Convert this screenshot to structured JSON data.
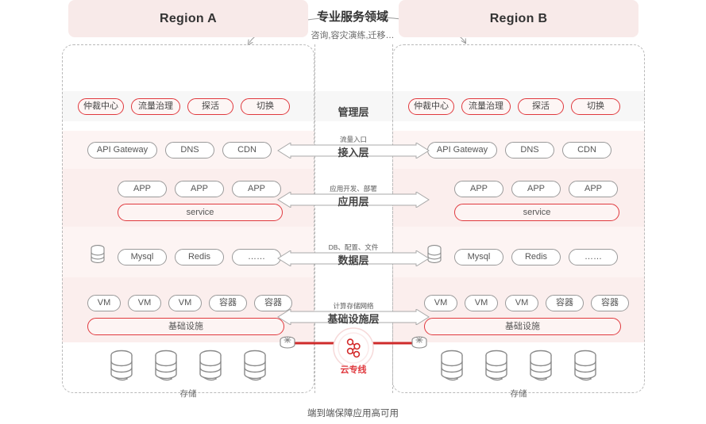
{
  "top": {
    "title": "专业服务领域",
    "subtitle": "咨询,容灾演练,迁移…"
  },
  "regions": {
    "left": {
      "name": "Region A",
      "storage_label": "存储"
    },
    "right": {
      "name": "Region B",
      "storage_label": "存储"
    }
  },
  "layers": [
    {
      "key": "management",
      "mid_title": "管理层",
      "mid_sub": "",
      "arrow": false,
      "items": [
        "仲裁中心",
        "流量治理",
        "探活",
        "切换"
      ],
      "style": "red"
    },
    {
      "key": "access",
      "mid_title": "接入层",
      "mid_sub": "流量入口",
      "arrow": true,
      "items": [
        "API Gateway",
        "DNS",
        "CDN"
      ],
      "style": "plain"
    },
    {
      "key": "application",
      "mid_title": "应用层",
      "mid_sub": "应用开发、部署",
      "arrow": true,
      "items": [
        "APP",
        "APP",
        "APP"
      ],
      "bar": "service",
      "style": "plain"
    },
    {
      "key": "data",
      "mid_title": "数据层",
      "mid_sub": "DB、配置、文件",
      "arrow": true,
      "items": [
        "Mysql",
        "Redis",
        "……"
      ],
      "style": "plain"
    },
    {
      "key": "infrastructure",
      "mid_title": "基础设施层",
      "mid_sub": "计算存储网络",
      "arrow": true,
      "items": [
        "VM",
        "VM",
        "VM",
        "容器",
        "容器"
      ],
      "bar": "基础设施",
      "style": "plain"
    }
  ],
  "direct_connect": {
    "label": "云专线"
  },
  "footer": {
    "text": "端到端保障应用高可用"
  },
  "colors": {
    "accent_red": "#e0393e",
    "header_band": "#f8eae9",
    "layer_band": "#fdf4f3",
    "mgmt_band": "#f7f7f7",
    "outline": "#9a9a9a",
    "text": "#555555"
  }
}
